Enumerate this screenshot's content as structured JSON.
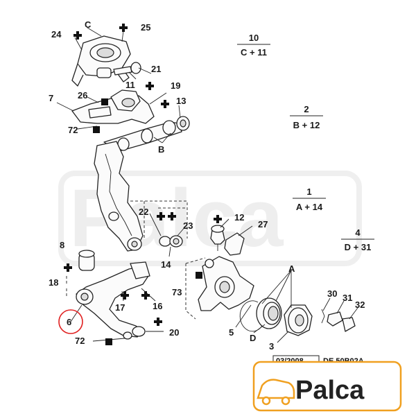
{
  "watermark": "Palca",
  "fractions": [
    {
      "top": "10",
      "bottom": "C + 11"
    },
    {
      "top": "2",
      "bottom": "B + 12"
    },
    {
      "top": "1",
      "bottom": "A + 14"
    },
    {
      "top": "4",
      "bottom": "D + 31"
    }
  ],
  "callouts": [
    "C",
    "24",
    "25",
    "21",
    "11",
    "19",
    "7",
    "26",
    "72",
    "13",
    "B",
    "22",
    "23",
    "12",
    "27",
    "8",
    "18",
    "14",
    "6",
    "17",
    "16",
    "73",
    "A",
    "5",
    "D",
    "3",
    "30",
    "31",
    "32",
    "20",
    "72"
  ],
  "highlighted_callout": "6",
  "highlight_color": "#e02020",
  "reference_code": {
    "date": "03/2008",
    "code": "DE 50B02A"
  },
  "logo": {
    "text": "Palca",
    "accent_color": "#f0a020",
    "icon": "car-icon"
  },
  "icons": {
    "bolt": "plus-cross-icon",
    "nut": "black-square-icon"
  }
}
